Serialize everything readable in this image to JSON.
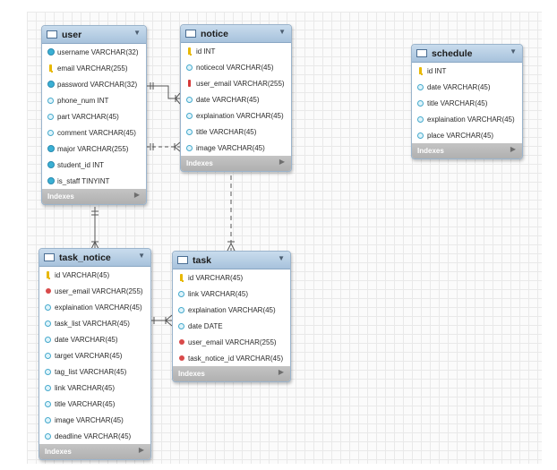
{
  "footer_label": "Indexes",
  "tables": {
    "user": {
      "name": "user",
      "columns": [
        {
          "icon": "req",
          "text": "username VARCHAR(32)"
        },
        {
          "icon": "key",
          "text": "email VARCHAR(255)"
        },
        {
          "icon": "req",
          "text": "password VARCHAR(32)"
        },
        {
          "icon": "col",
          "text": "phone_num INT"
        },
        {
          "icon": "col",
          "text": "part VARCHAR(45)"
        },
        {
          "icon": "col",
          "text": "comment VARCHAR(45)"
        },
        {
          "icon": "req",
          "text": "major VARCHAR(255)"
        },
        {
          "icon": "req",
          "text": "student_id INT"
        },
        {
          "icon": "req",
          "text": "is_staff TINYINT"
        }
      ]
    },
    "notice": {
      "name": "notice",
      "columns": [
        {
          "icon": "key",
          "text": "id INT"
        },
        {
          "icon": "col",
          "text": "noticecol VARCHAR(45)"
        },
        {
          "icon": "fk-key",
          "text": "user_email VARCHAR(255)"
        },
        {
          "icon": "col",
          "text": "date VARCHAR(45)"
        },
        {
          "icon": "col",
          "text": "explaination VARCHAR(45)"
        },
        {
          "icon": "col",
          "text": "title VARCHAR(45)"
        },
        {
          "icon": "col",
          "text": "image VARCHAR(45)"
        }
      ]
    },
    "schedule": {
      "name": "schedule",
      "columns": [
        {
          "icon": "key",
          "text": "id INT"
        },
        {
          "icon": "col",
          "text": "date VARCHAR(45)"
        },
        {
          "icon": "col",
          "text": "title VARCHAR(45)"
        },
        {
          "icon": "col",
          "text": "explaination VARCHAR(45)"
        },
        {
          "icon": "col",
          "text": "place VARCHAR(45)"
        }
      ]
    },
    "task_notice": {
      "name": "task_notice",
      "columns": [
        {
          "icon": "key",
          "text": "id VARCHAR(45)"
        },
        {
          "icon": "fk",
          "text": "user_email VARCHAR(255)"
        },
        {
          "icon": "col",
          "text": "explaination VARCHAR(45)"
        },
        {
          "icon": "col",
          "text": "task_list VARCHAR(45)"
        },
        {
          "icon": "col",
          "text": "date VARCHAR(45)"
        },
        {
          "icon": "col",
          "text": "target VARCHAR(45)"
        },
        {
          "icon": "col",
          "text": "tag_list VARCHAR(45)"
        },
        {
          "icon": "col",
          "text": "link VARCHAR(45)"
        },
        {
          "icon": "col",
          "text": "title VARCHAR(45)"
        },
        {
          "icon": "col",
          "text": "image VARCHAR(45)"
        },
        {
          "icon": "col",
          "text": "deadline VARCHAR(45)"
        }
      ]
    },
    "task": {
      "name": "task",
      "columns": [
        {
          "icon": "key",
          "text": "id VARCHAR(45)"
        },
        {
          "icon": "col",
          "text": "link VARCHAR(45)"
        },
        {
          "icon": "col",
          "text": "explaination VARCHAR(45)"
        },
        {
          "icon": "col",
          "text": "date DATE"
        },
        {
          "icon": "fk",
          "text": "user_email VARCHAR(255)"
        },
        {
          "icon": "fk",
          "text": "task_notice_id VARCHAR(45)"
        }
      ]
    }
  }
}
